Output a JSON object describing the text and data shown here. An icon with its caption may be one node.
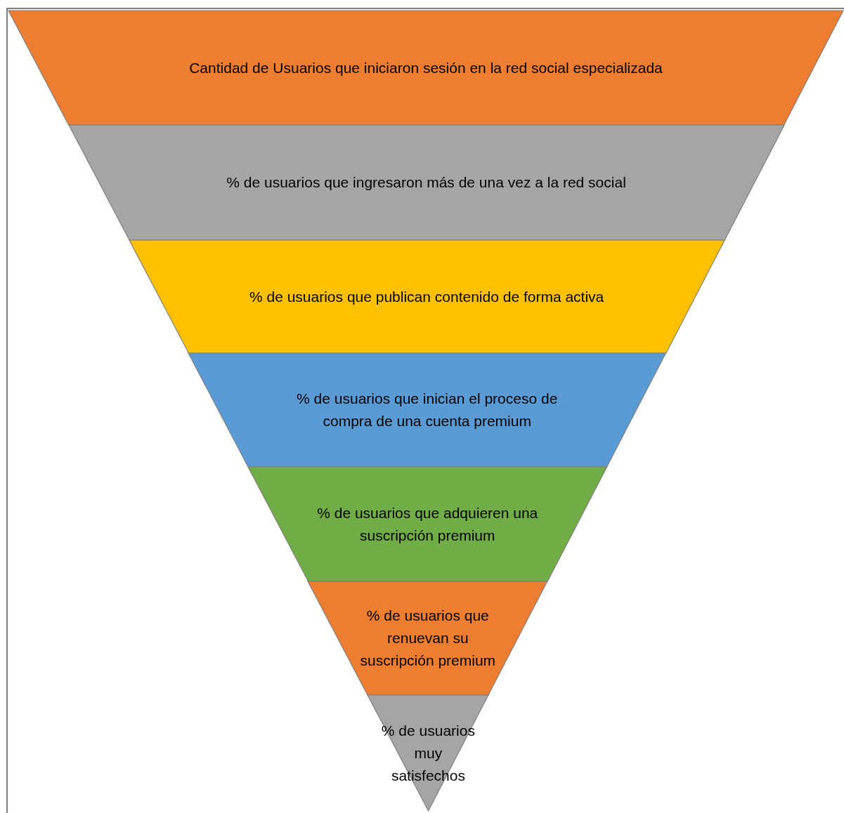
{
  "diagram": {
    "nodes": [
      {
        "text": [
          "Cantidad de Usuarios que iniciaron sesión en la red social especializada"
        ]
      },
      {
        "text": [
          "% de usuarios que ingresaron más de una vez a la red social"
        ]
      },
      {
        "text": [
          "% de usuarios que publican contenido de forma activa"
        ]
      },
      {
        "text": [
          "% de usuarios que inician el proceso de compra de una cuenta premium"
        ]
      },
      {
        "text": [
          "% de usuarios que adquieren una suscripción premium"
        ]
      },
      {
        "text": [
          "% de usuarios que renuevan su suscripción premium"
        ]
      },
      {
        "text": [
          "% de usuarios muy satisfechos"
        ]
      }
    ]
  }
}
